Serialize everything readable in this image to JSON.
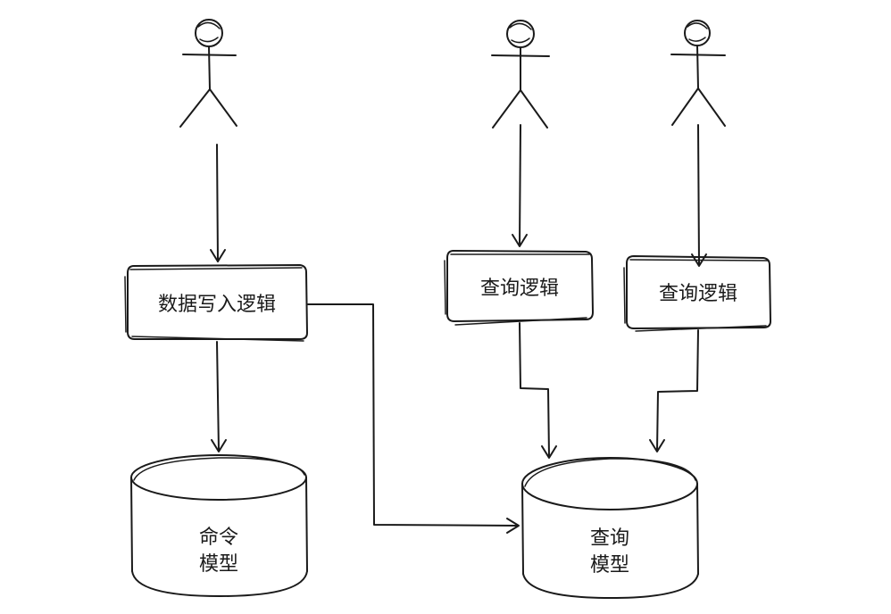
{
  "nodes": {
    "write_logic": {
      "label": "数据写入逻辑"
    },
    "query_logic_1": {
      "label": "查询逻辑"
    },
    "query_logic_2": {
      "label": "查询逻辑"
    },
    "command_model": {
      "line1": "命令",
      "line2": "模型"
    },
    "query_model": {
      "line1": "查询",
      "line2": "模型"
    }
  },
  "colors": {
    "stroke": "#1a1a1a",
    "background": "#ffffff"
  },
  "icons": [
    "stick-figure-user",
    "stick-figure-user",
    "stick-figure-user"
  ]
}
